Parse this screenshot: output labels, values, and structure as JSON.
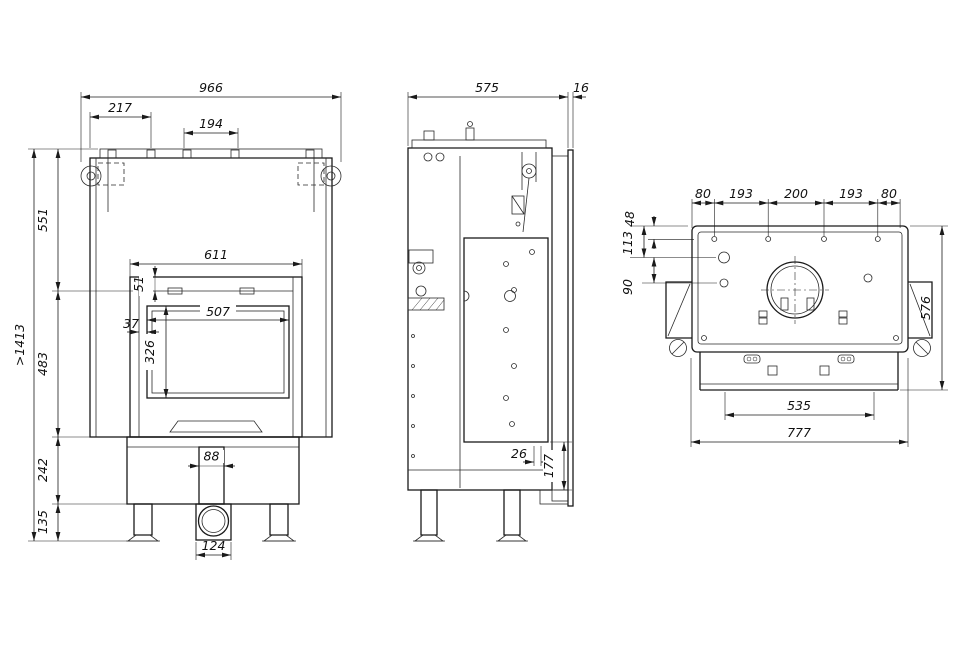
{
  "meta": {
    "background": "#ffffff",
    "line_color": "#1a1a1a",
    "drawing_type": "fireplace-insert-technical-drawing"
  },
  "d": {
    "front": {
      "w966": "966",
      "w217": "217",
      "w194": "194",
      "h551": "551",
      "h483": "483",
      "h242": "242",
      "h135": "135",
      "htotal": ">1413",
      "w611": "611",
      "h51": "51",
      "w37": "37",
      "w507": "507",
      "h326": "326",
      "w88": "88",
      "w124": "124"
    },
    "side": {
      "d575": "575",
      "t16": "16",
      "g26": "26",
      "h177": "177"
    },
    "rear": {
      "a80l": "80",
      "a193l": "193",
      "a200": "200",
      "a193r": "193",
      "a80r": "80",
      "v48": "48",
      "v113": "113",
      "v90": "90",
      "d576": "576",
      "w535": "535",
      "w777": "777"
    }
  }
}
